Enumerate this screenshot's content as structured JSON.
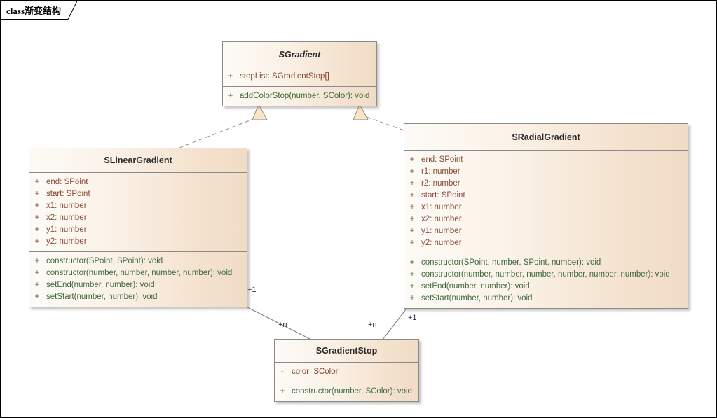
{
  "diagram": {
    "tab_keyword": "class",
    "tab_title": "渐变结构",
    "accent_border": "#8a8a8a",
    "attr_color": "#8a4a36",
    "op_color": "#3f6b3f",
    "header_fill_start": "#fdfbf7",
    "header_fill_end": "#f0dcc6"
  },
  "classes": {
    "sgradient": {
      "name": "SGradient",
      "stereotype": "abstract",
      "attributes": [
        {
          "visibility": "+",
          "text": "stopList: SGradientStop[]"
        }
      ],
      "operations": [
        {
          "visibility": "+",
          "text": "addColorStop(number, SColor): void"
        }
      ]
    },
    "slineargradient": {
      "name": "SLinearGradient",
      "stereotype": "concrete",
      "attributes": [
        {
          "visibility": "+",
          "text": "end: SPoint"
        },
        {
          "visibility": "+",
          "text": "start: SPoint"
        },
        {
          "visibility": "+",
          "text": "x1: number"
        },
        {
          "visibility": "+",
          "text": "x2: number"
        },
        {
          "visibility": "+",
          "text": "y1: number"
        },
        {
          "visibility": "+",
          "text": "y2: number"
        }
      ],
      "operations": [
        {
          "visibility": "+",
          "text": "constructor(SPoint, SPoint): void"
        },
        {
          "visibility": "+",
          "text": "constructor(number, number, number, number): void"
        },
        {
          "visibility": "+",
          "text": "setEnd(number, number): void"
        },
        {
          "visibility": "+",
          "text": "setStart(number, number): void"
        }
      ]
    },
    "sradialgradient": {
      "name": "SRadialGradient",
      "stereotype": "concrete",
      "attributes": [
        {
          "visibility": "+",
          "text": "end: SPoint"
        },
        {
          "visibility": "+",
          "text": "r1: number"
        },
        {
          "visibility": "+",
          "text": "r2: number"
        },
        {
          "visibility": "+",
          "text": "start: SPoint"
        },
        {
          "visibility": "+",
          "text": "x1: number"
        },
        {
          "visibility": "+",
          "text": "x2: number"
        },
        {
          "visibility": "+",
          "text": "y1: number"
        },
        {
          "visibility": "+",
          "text": "y2: number"
        }
      ],
      "operations": [
        {
          "visibility": "+",
          "text": "constructor(SPoint, number, SPoint, number): void"
        },
        {
          "visibility": "+",
          "text": "constructor(number, number, number, number, number, number): void"
        },
        {
          "visibility": "+",
          "text": "setEnd(number, number): void"
        },
        {
          "visibility": "+",
          "text": "setStart(number, number): void"
        }
      ]
    },
    "sgradientstop": {
      "name": "SGradientStop",
      "stereotype": "concrete",
      "attributes": [
        {
          "visibility": "-",
          "text": "color: SColor"
        }
      ],
      "operations": [
        {
          "visibility": "+",
          "text": "constructor(number, SColor): void"
        }
      ]
    }
  },
  "relationships": {
    "linear_generalization": {
      "kind": "generalization-dashed",
      "from": "SLinearGradient",
      "to": "SGradient"
    },
    "radial_generalization": {
      "kind": "generalization-dashed",
      "from": "SRadialGradient",
      "to": "SGradient"
    },
    "linear_stop_assoc": {
      "kind": "association",
      "from": "SLinearGradient",
      "to": "SGradientStop",
      "source_multiplicity": "+1",
      "target_multiplicity": "+n"
    },
    "radial_stop_assoc": {
      "kind": "association",
      "from": "SRadialGradient",
      "to": "SGradientStop",
      "source_multiplicity": "+1",
      "target_multiplicity": "+n"
    }
  }
}
